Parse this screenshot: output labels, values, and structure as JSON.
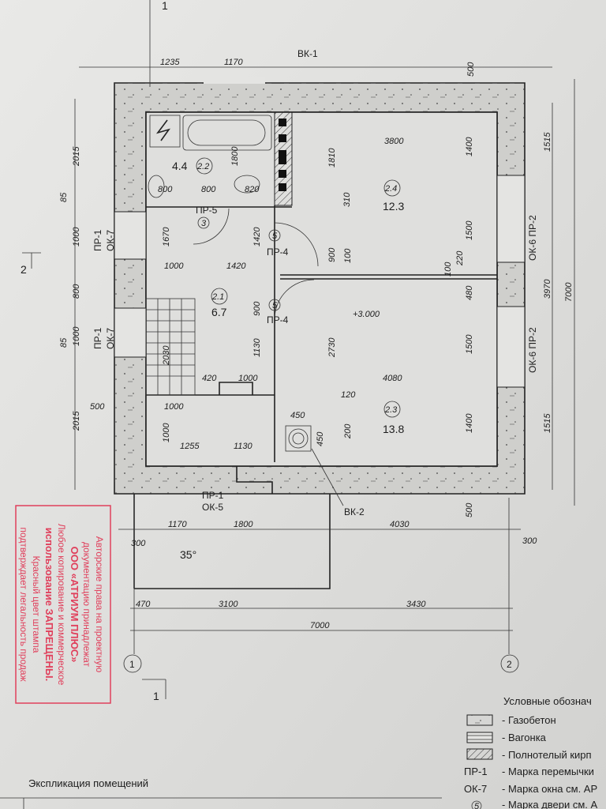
{
  "section_marks": {
    "top": "1",
    "left": "2",
    "bottom": "1"
  },
  "axes": {
    "a1": "1",
    "a2": "2"
  },
  "top_dims": {
    "d1": "1235",
    "d2": "1170",
    "vk1": "ВК-1",
    "r500": "500"
  },
  "left_dims": {
    "d2015a": "2015",
    "d85a": "85",
    "d1000a": "1000",
    "pr1a": "ПР-1",
    "ok7a": "ОК-7",
    "d800": "800",
    "d1000b": "1000",
    "pr1b": "ПР-1",
    "ok7b": "ОК-7",
    "d85b": "85",
    "d500": "500",
    "d2015b": "2015"
  },
  "right_dims": {
    "d1515a": "1515",
    "ok6a": "ОК-6 ПР-2",
    "d3970": "3970",
    "d7000": "7000",
    "ok6b": "ОК-6 ПР-2",
    "d1515b": "1515"
  },
  "rooms": [
    {
      "number": "2.2",
      "area": "4.4"
    },
    {
      "number": "2.4",
      "area": "12.3"
    },
    {
      "number": "2.1",
      "area": "6.7"
    },
    {
      "number": "2.3",
      "area": "13.8"
    }
  ],
  "inner": {
    "b1800": "1800",
    "b800a": "800",
    "b800b": "800",
    "b820": "820",
    "r3800": "3800",
    "r1810": "1810",
    "r1400a": "1400",
    "r310": "310",
    "pr5": "ПР-5",
    "door3": "3",
    "h1670": "1670",
    "h1420v": "1420",
    "door5a": "5",
    "pr4a": "ПР-4",
    "r900": "900",
    "r100": "100",
    "r1500a": "1500",
    "r220": "220",
    "r100b": "100",
    "h1000": "1000",
    "h1420": "1420",
    "h900": "900",
    "door5b": "5",
    "pr4b": "ПР-4",
    "level": "+3.000",
    "r480": "480",
    "r1500b": "1500",
    "s2030": "2030",
    "h1130v": "1130",
    "r2730": "2730",
    "s420": "420",
    "s1000": "1000",
    "r4080": "4080",
    "r120": "120",
    "r450": "450",
    "r200": "200",
    "r450v": "450",
    "r1400b": "1400",
    "s1000b": "1000",
    "s1000v": "1000",
    "s1255": "1255",
    "s1130": "1130",
    "pr1c": "ПР-1",
    "ok5": "ОК-5",
    "vk2": "ВК-2",
    "r500b": "500"
  },
  "bottom_dims": {
    "b1170": "1170",
    "b1800": "1800",
    "b4030": "4030",
    "b300a": "300",
    "b300b": "300",
    "angle": "35°",
    "b470": "470",
    "b3100": "3100",
    "b3430": "3430",
    "b7000": "7000"
  },
  "stamp": {
    "color": "#e0405c",
    "lines": [
      "Авторские права на проектную",
      "документацию принадлежат",
      "ООО «АТРИУМ ПЛЮС»",
      "Любое копирование и коммерческое",
      "использование ЗАПРЕЩЕНЫ.",
      "Красный цвет штампа",
      "подтверждает легальность продаж"
    ]
  },
  "legend": {
    "title": "Условные обознач",
    "items": [
      {
        "symbol": "aerated-concrete-hatch",
        "label": "- Газобетон"
      },
      {
        "symbol": "clapboard-hatch",
        "label": "- Вагонка"
      },
      {
        "symbol": "brick-hatch",
        "label": "- Полнотелый кирп"
      },
      {
        "symbol": "ПР-1",
        "label": "- Марка перемычки"
      },
      {
        "symbol": "ОК-7",
        "label": "- Марка окна см. АР"
      },
      {
        "symbol": "5",
        "label": "- Марка двери см. А"
      }
    ]
  },
  "explication_title": "Экспликация помещений"
}
